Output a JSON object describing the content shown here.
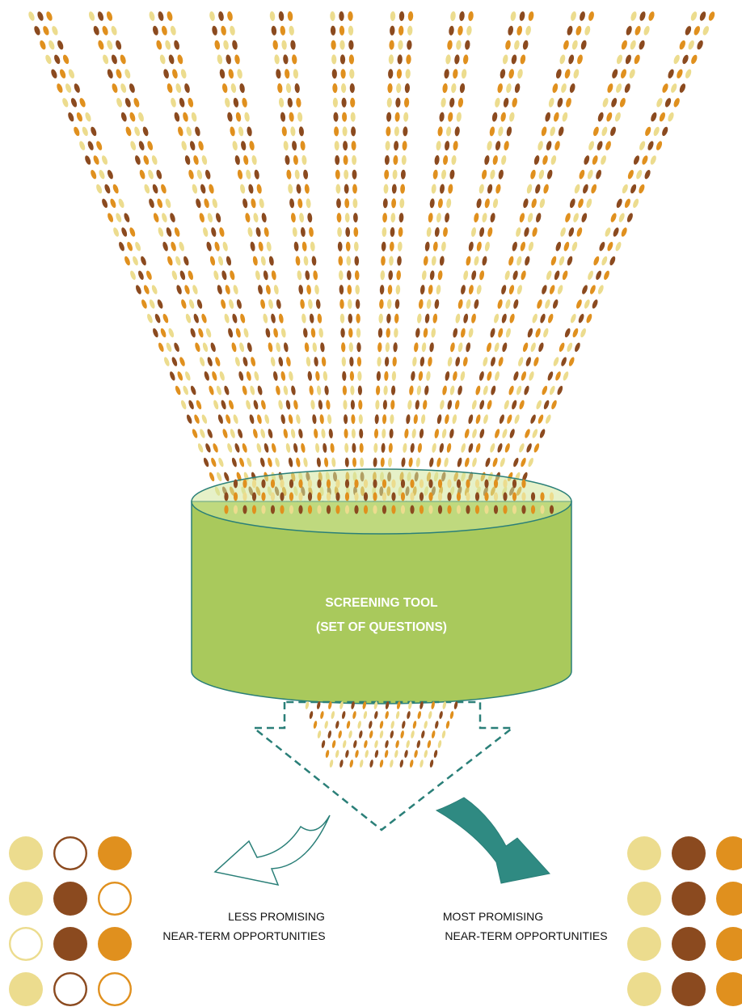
{
  "tool": {
    "line1": "SCREENING TOOL",
    "line2": "(SET OF QUESTIONS)"
  },
  "outputs": {
    "less": {
      "line1": "LESS PROMISING",
      "line2": "NEAR-TERM OPPORTUNITIES"
    },
    "most": {
      "line1": "MOST PROMISING",
      "line2": "NEAR-TERM OPPORTUNITIES"
    }
  },
  "colors": {
    "cream": "#ecdc8e",
    "brown": "#8b4a1f",
    "orange": "#e0901e",
    "green": "#a9c95c",
    "green_top": "#d2e59a",
    "teal": "#2f8a82",
    "teal_outline": "#2a7f78"
  },
  "dot_grids": {
    "left": [
      [
        "cream-filled",
        "brown-outline",
        "orange-filled"
      ],
      [
        "cream-filled",
        "brown-filled",
        "orange-outline"
      ],
      [
        "cream-outline",
        "brown-filled",
        "orange-filled"
      ],
      [
        "cream-filled",
        "brown-outline",
        "orange-outline"
      ]
    ],
    "right": [
      [
        "cream-filled",
        "brown-filled",
        "orange-filled"
      ],
      [
        "cream-filled",
        "brown-filled",
        "orange-filled"
      ],
      [
        "cream-filled",
        "brown-filled",
        "orange-filled"
      ],
      [
        "cream-filled",
        "brown-filled",
        "orange-filled"
      ]
    ]
  }
}
